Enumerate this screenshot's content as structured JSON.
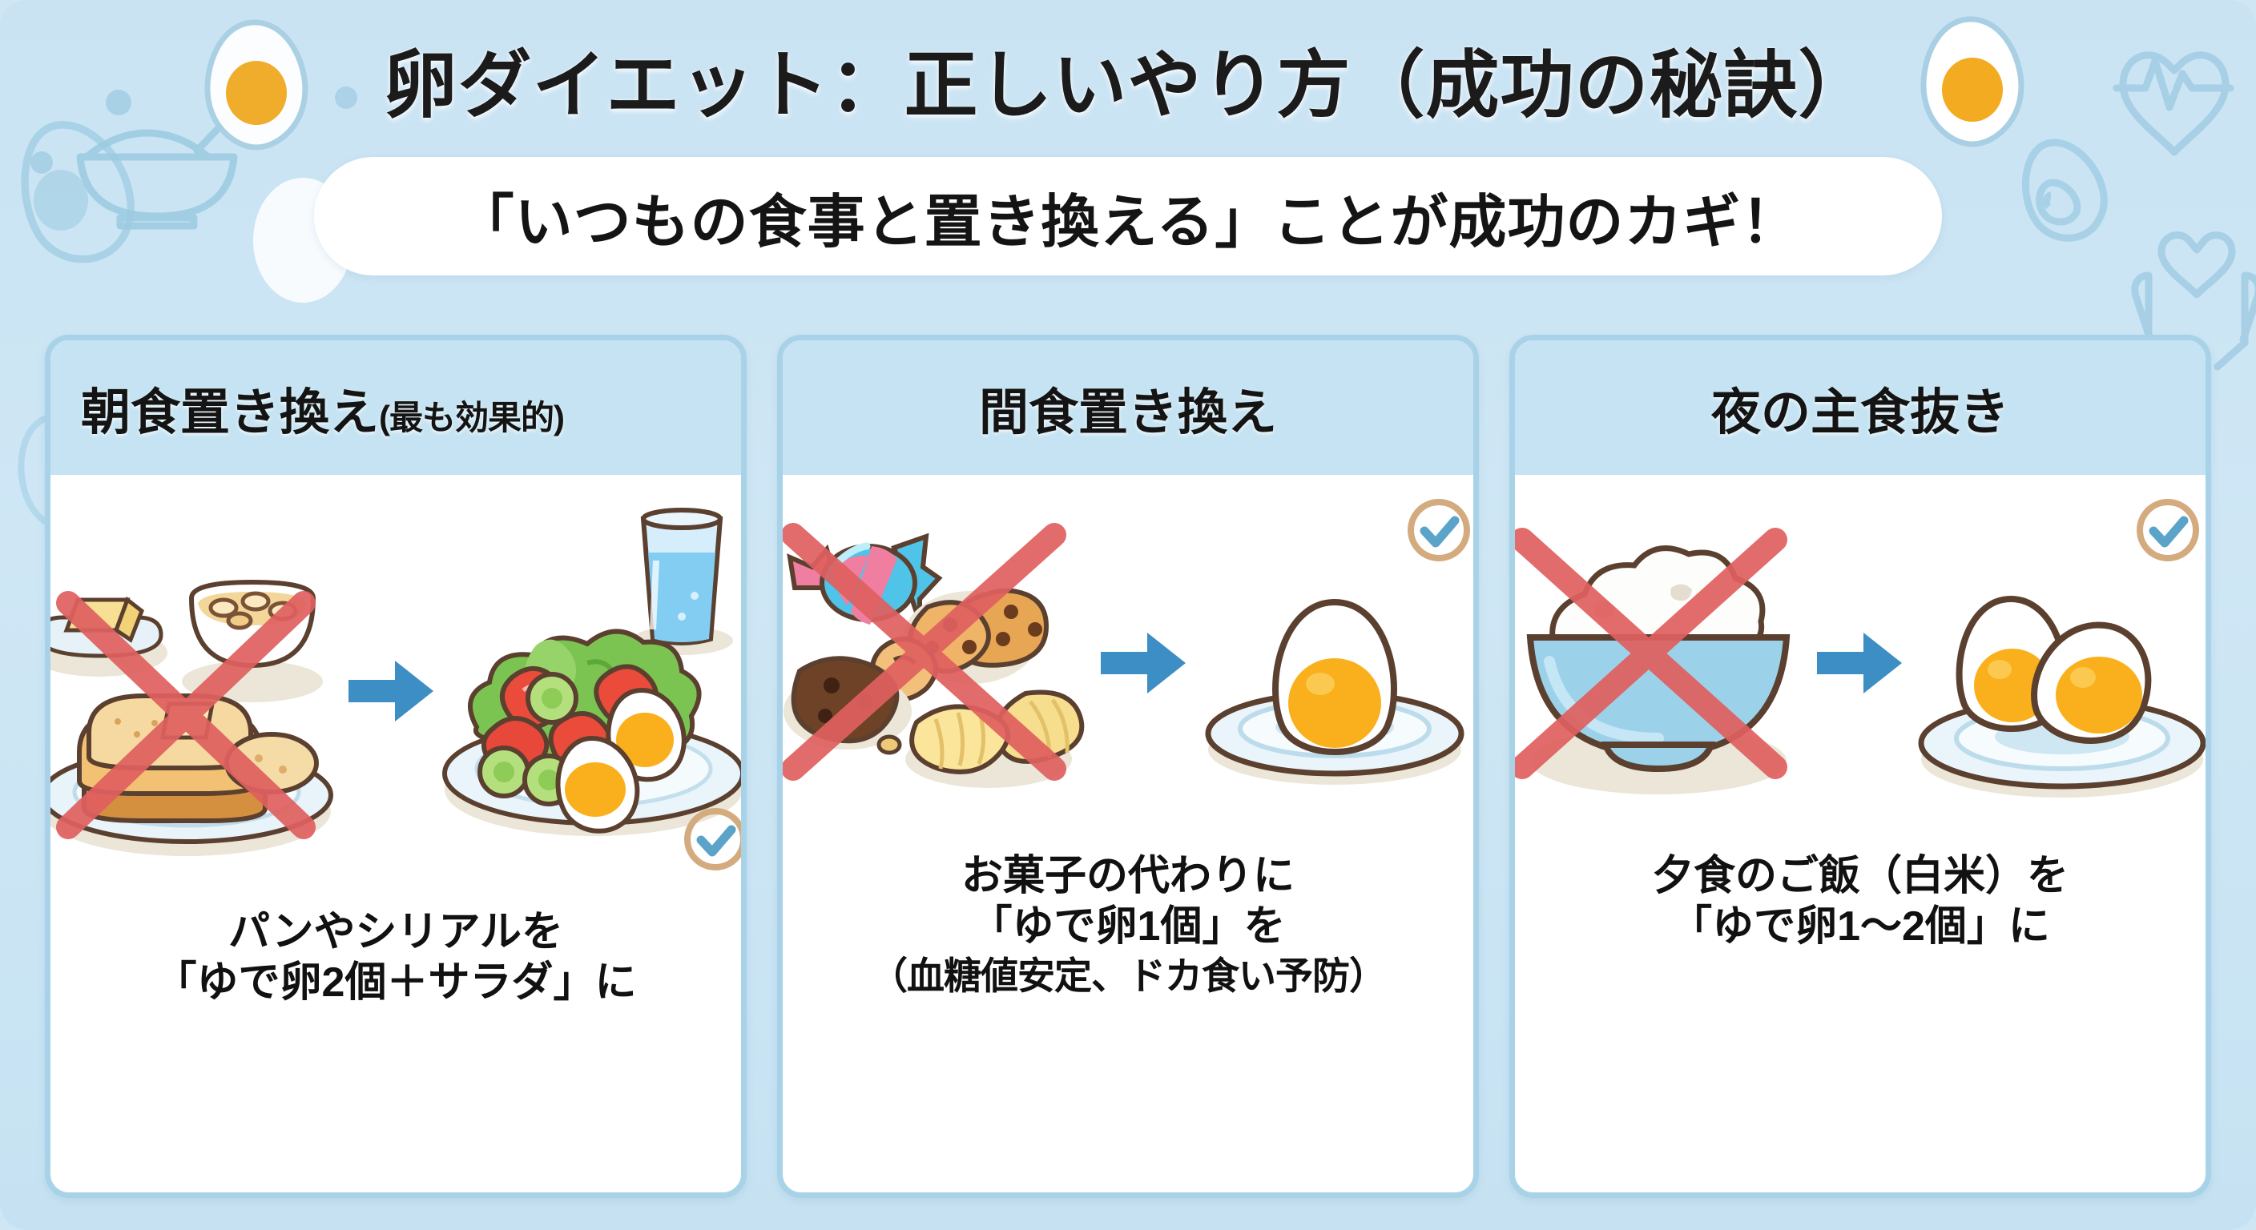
{
  "header": {
    "title": "卵ダイエット：正しいやり方（成功の秘訣）",
    "subtitle": "「いつもの食事と置き換える」ことが成功のカギ！"
  },
  "colors": {
    "page_background": "#cfe6f4",
    "card_border": "#a8d2e8",
    "card_header": "#c5e3f2",
    "card_body": "#ffffff",
    "arrow": "#3d8ec4",
    "cross": "#e05a5a",
    "check_ring": "#d4ab7f",
    "check_mark": "#5ba3c9",
    "yolk": "#f9b021",
    "title_text": "#1b1b1b"
  },
  "cards": [
    {
      "title": "朝食置き換え",
      "title_sub": "(最も効果的)",
      "title_align": "left",
      "before_icon": "toast-and-cereal-icon",
      "after_icon": "salad-with-eggs-and-water-icon",
      "arrow_icon": "arrow-right-icon",
      "cross_icon": "red-cross-icon",
      "check_icon": "check-circle-icon",
      "caption": [
        "パンやシリアルを",
        "「ゆで卵2個＋サラダ」に"
      ]
    },
    {
      "title": "間食置き換え",
      "title_sub": "",
      "title_align": "center",
      "before_icon": "sweets-and-chips-icon",
      "after_icon": "one-boiled-egg-on-plate-icon",
      "arrow_icon": "arrow-right-icon",
      "cross_icon": "red-cross-icon",
      "check_icon": "check-circle-icon",
      "caption": [
        "お菓子の代わりに",
        "「ゆで卵1個」を",
        "（血糖値安定、ドカ食い予防）"
      ]
    },
    {
      "title": "夜の主食抜き",
      "title_sub": "",
      "title_align": "center",
      "before_icon": "rice-bowl-icon",
      "after_icon": "two-boiled-eggs-on-plate-icon",
      "arrow_icon": "arrow-right-icon",
      "cross_icon": "red-cross-icon",
      "check_icon": "check-circle-icon",
      "caption": [
        "夕食のご飯（白米）を",
        "「ゆで卵1〜2個」に"
      ]
    }
  ],
  "background_decorations": [
    "egg-outline-icon",
    "rice-bowl-outline-icon",
    "boiled-egg-icon",
    "heartbeat-heart-icon",
    "hands-heart-icon",
    "dot"
  ]
}
